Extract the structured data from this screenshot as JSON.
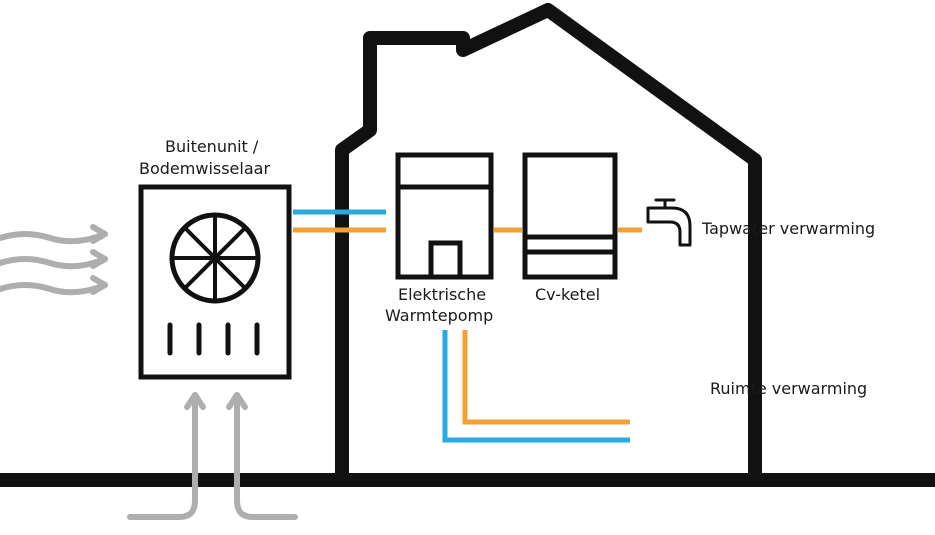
{
  "labels": {
    "outdoor_unit_line1": "Buitenunit /",
    "outdoor_unit_line2": "Bodemwisselaar",
    "heat_pump_line1": "Elektrische",
    "heat_pump_line2": "Warmtepomp",
    "boiler": "Cv-ketel",
    "tap_water": "Tapwater verwarming",
    "space_heating": "Ruimte verwarming"
  },
  "colors": {
    "outline": "#111111",
    "cold_pipe": "#29abe2",
    "hot_pipe": "#f5a033",
    "air_flow": "#aeaeae"
  },
  "icons": {
    "outdoor_unit": "fan-unit-icon",
    "tap": "faucet-icon",
    "radiator": "radiator-icon"
  }
}
